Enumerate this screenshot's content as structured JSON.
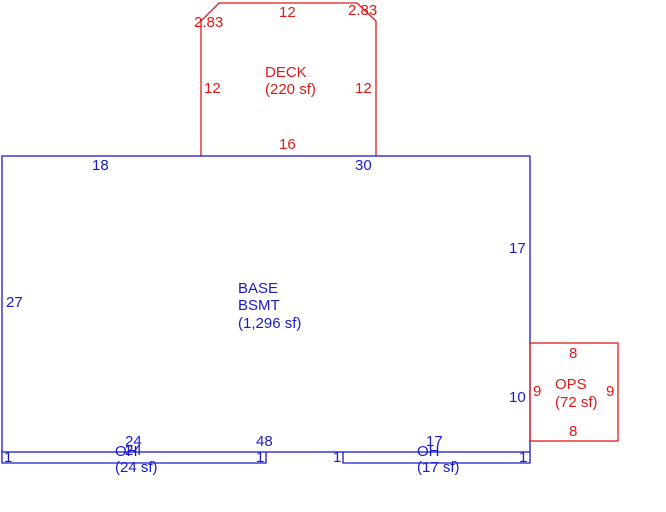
{
  "areas": {
    "base": {
      "line1": "BASE",
      "line2": "BSMT",
      "line3": "(1,296 sf)"
    },
    "deck": {
      "line1": "DECK",
      "line2": "(220 sf)"
    },
    "ops": {
      "line1": "OPS",
      "line2": "(72 sf)"
    },
    "oh_left": {
      "line1": "OH",
      "line2": "(24 sf)"
    },
    "oh_right": {
      "line1": "OH",
      "line2": "(17 sf)"
    }
  },
  "dimensions": {
    "deck_top": "12",
    "deck_corner_left": "2.83",
    "deck_corner_right": "2.83",
    "deck_left": "12",
    "deck_right": "12",
    "deck_bottom": "16",
    "base_top_left": "18",
    "base_top_right": "30",
    "base_left": "27",
    "base_right_upper": "17",
    "base_right_lower": "10",
    "base_bottom": "48",
    "oh_left_top_a": "24",
    "oh_left_top_b": "24",
    "oh_left_side_l": "1",
    "oh_left_side_r": "1",
    "oh_right_top": "17",
    "oh_right_side_l": "1",
    "oh_right_side_r": "1",
    "ops_top": "8",
    "ops_bottom": "8",
    "ops_left": "9",
    "ops_right": "9"
  },
  "colors": {
    "base_outline": "#1a1acc",
    "addition_outline": "#e01818"
  }
}
